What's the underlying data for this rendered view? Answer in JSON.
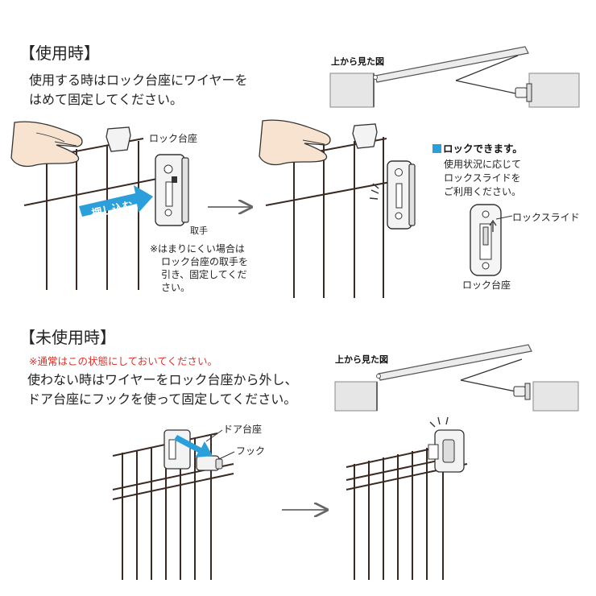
{
  "in_use": {
    "heading": "【使用時】",
    "instruction_line1": "使用する時はロック台座にワイヤーを",
    "instruction_line2": "はめて固定してください。",
    "top_view_label": "上から見た図",
    "lock_base_label": "ロック台座",
    "push_in_label": "押し込む",
    "handle_label": "取手",
    "note_line1": "※はまりにくい場合は",
    "note_line2": "ロック台座の取手を",
    "note_line3": "引き、固定してくだ",
    "note_line4": "さい。",
    "lock_possible": "ロックできます。",
    "lock_desc_line1": "使用状況に応じて",
    "lock_desc_line2": "ロックスライドを",
    "lock_desc_line3": "ご利用ください。",
    "lock_slide_label": "ロックスライド",
    "lock_base_label2": "ロック台座"
  },
  "not_in_use": {
    "heading": "【未使用時】",
    "notice": "※通常はこの状態にしておいてください。",
    "instruction_line1": "使わない時はワイヤーをロック台座から外し、",
    "instruction_line2": "ドア台座にフックを使って固定してください。",
    "top_view_label": "上から見た図",
    "door_base_label": "ドア台座",
    "hook_label": "フック"
  },
  "colors": {
    "accent_blue": "#2b9fd9",
    "notice_red": "#d9322a",
    "fence_brown": "#3a2a22",
    "panel_gray": "#e6e6e6"
  },
  "icons": [
    "hand-icon",
    "arrow-right-icon",
    "lock-base-icon",
    "hook-icon",
    "push-arrow-icon"
  ]
}
